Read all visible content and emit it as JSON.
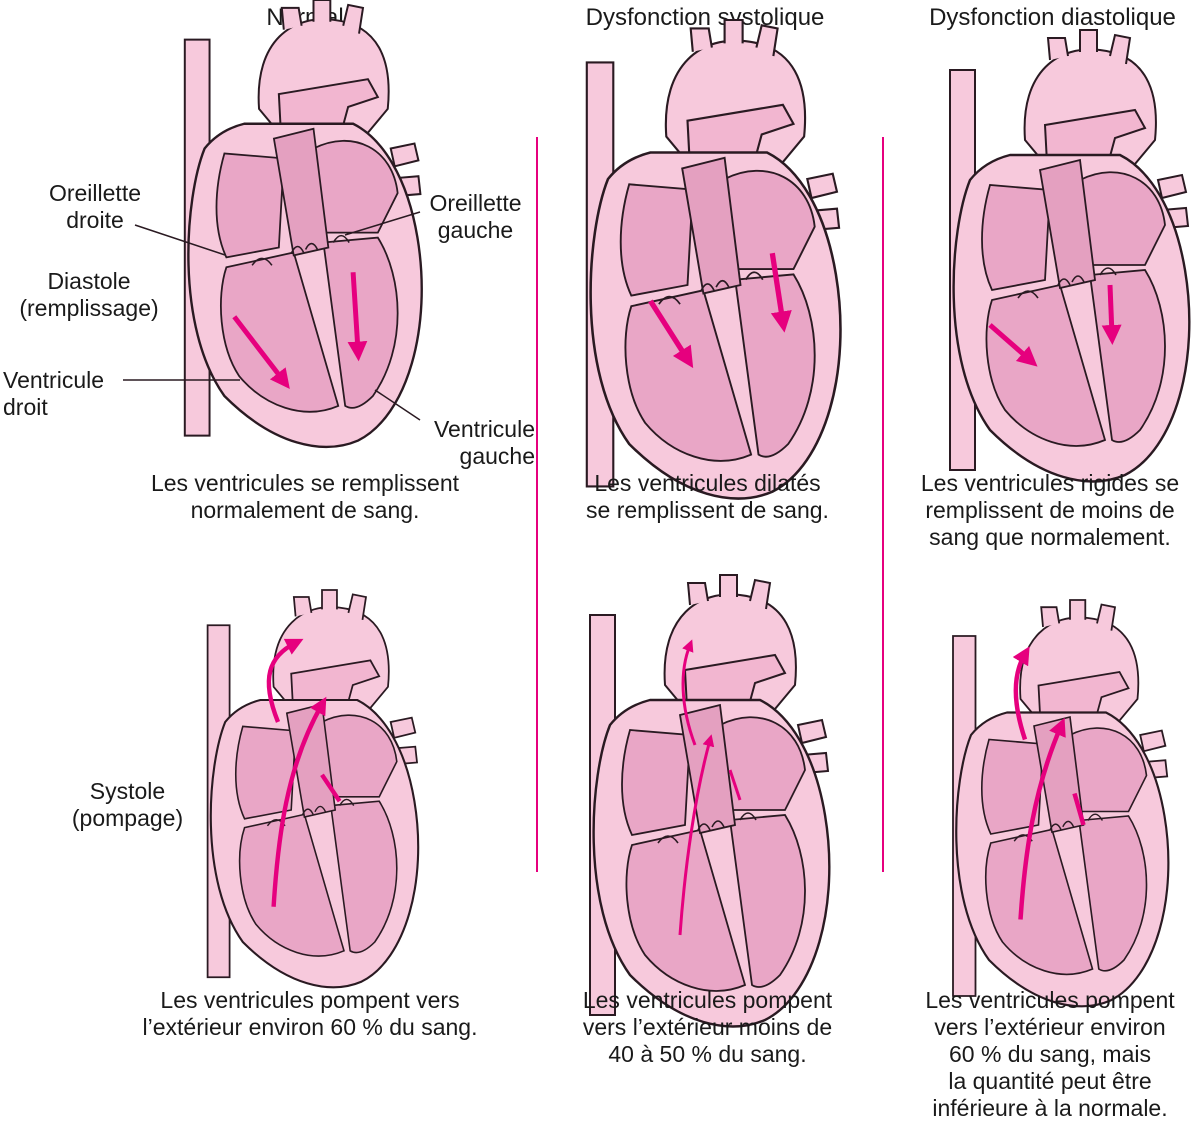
{
  "columns": [
    {
      "title": "Normal",
      "caption_top": "Les ventricules se remplissent\nnormalement de sang.",
      "caption_bottom": "Les ventricules pompent vers\nl’extérieur environ 60 % du sang."
    },
    {
      "title": "Dysfonction systolique",
      "caption_top": "Les ventricules dilatés\nse remplissent de sang.",
      "caption_bottom": "Les ventricules pompent\nvers l’extérieur moins de\n40 à 50 % du sang."
    },
    {
      "title": "Dysfonction diastolique",
      "caption_top": "Les ventricules rigides se\nremplissent de moins de\nsang que normalement.",
      "caption_bottom": "Les ventricules pompent\nvers l’extérieur environ\n60 % du sang, mais\nla quantité peut être\ninférieure à la normale."
    }
  ],
  "labels": {
    "right_atrium": "Oreillette\ndroite",
    "left_atrium": "Oreillette\ngauche",
    "diastole": "Diastole\n(remplissage)",
    "right_ventricle": "Ventricule\ndroit",
    "left_ventricle": "Ventricule\ngauche",
    "systole": "Systole\n(pompage)"
  },
  "colors": {
    "heart_light": "#f7c9dc",
    "heart_chamber": "#e9a6c6",
    "heart_dark": "#dd93b7",
    "outline": "#2a1a22",
    "arrow": "#e6007e",
    "divider": "#e6007e"
  }
}
